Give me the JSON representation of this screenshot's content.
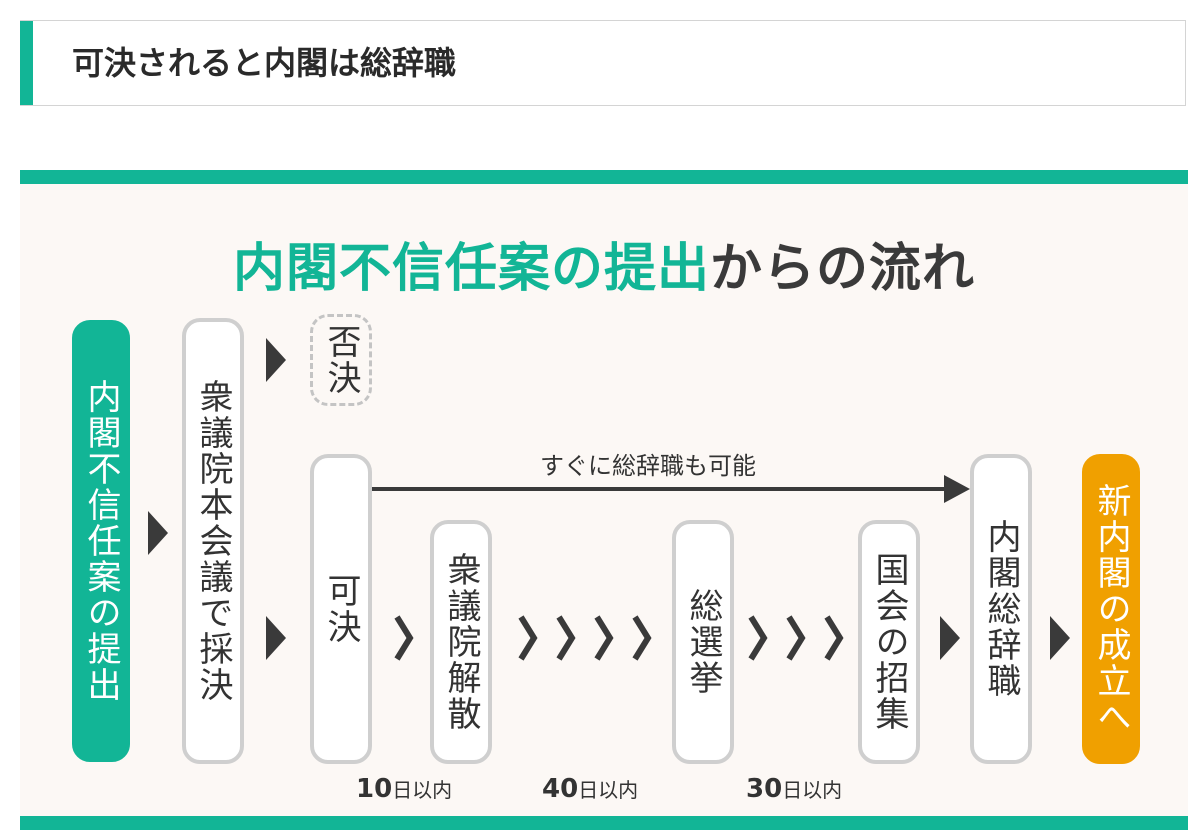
{
  "heading": {
    "title": "可決されると内閣は総辞職"
  },
  "diagram": {
    "title_part1": "内閣不信任案の提出",
    "title_part2": "からの流れ",
    "steps": {
      "submission": "内閣不信任案の提出",
      "plenary_vote": "衆議院本会議で採決",
      "rejected": "否決",
      "passed": "可決",
      "dissolution": "衆議院解散",
      "general_election": "総選挙",
      "diet_convened": "国会の招集",
      "resignation": "内閣総辞職",
      "new_cabinet": "新内閣の成立へ"
    },
    "shortcut_note": "すぐに総辞職も可能",
    "intervals": [
      {
        "num": "10",
        "unit": "日以内"
      },
      {
        "num": "40",
        "unit": "日以内"
      },
      {
        "num": "30",
        "unit": "日以内"
      }
    ]
  },
  "colors": {
    "accent_green": "#12b596",
    "accent_orange": "#f0a000",
    "dark": "#3a3a3a"
  }
}
